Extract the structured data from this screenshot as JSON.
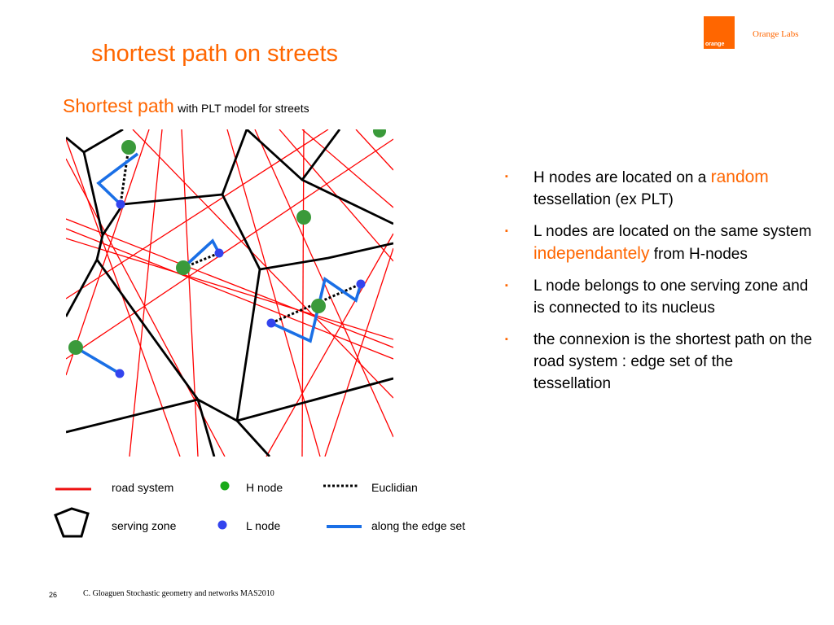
{
  "brand": {
    "logo_word": "orange",
    "name": "Orange Labs",
    "color": "#ff6600"
  },
  "title": "shortest path on streets",
  "subtitle": {
    "main": "Shortest path",
    "small": "with PLT model for streets"
  },
  "colors": {
    "road": "#ff0000",
    "zone": "#000000",
    "h_node": "#3a9a3a",
    "l_node": "#3344ee",
    "path": "#1a6fe6",
    "euclidean": "#000000"
  },
  "legend": {
    "road_system": "road system",
    "serving_zone": "serving zone",
    "h_node": "H node",
    "l_node": "L node",
    "euclidian": "Euclidian",
    "edge_set": "along the edge set"
  },
  "bullets": [
    {
      "parts": [
        {
          "text": "H nodes are located on a "
        },
        {
          "text": "random",
          "accent": true
        },
        {
          "text": " tessellation (ex PLT)"
        }
      ]
    },
    {
      "parts": [
        {
          "text": "L nodes are located on the same system "
        },
        {
          "text": "independantely",
          "accent": true
        },
        {
          "text": " from H-nodes"
        }
      ]
    },
    {
      "parts": [
        {
          "text": "L node belongs to one serving zone and is connected to its nucleus"
        }
      ]
    },
    {
      "parts": [
        {
          "text": "the connexion is the shortest path on the road system : edge set of the tessellation"
        }
      ]
    }
  ],
  "footer": {
    "page": "26",
    "text": "C. Gloaguen Stochastic geometry and networks MAS2010"
  }
}
